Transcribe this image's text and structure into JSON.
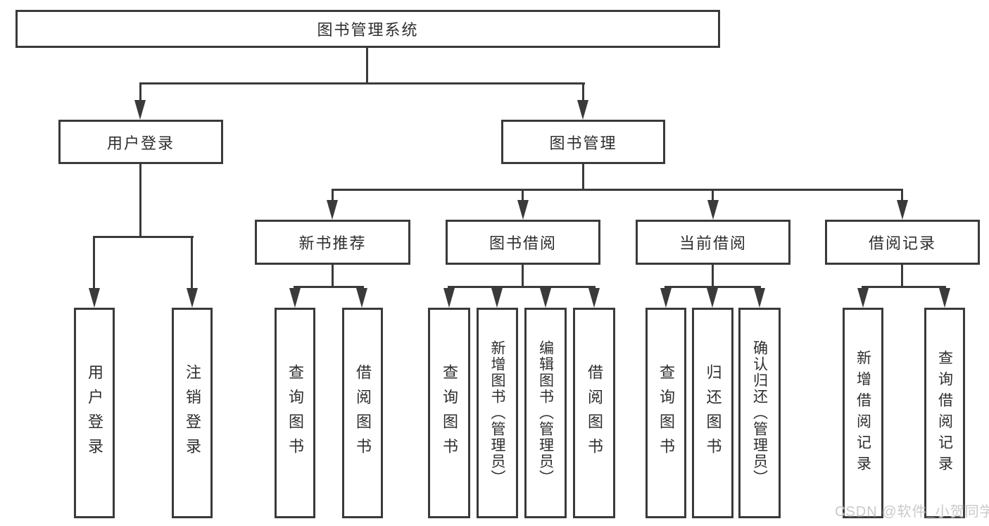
{
  "diagram": {
    "type": "hierarchy-tree",
    "root": {
      "label": "图书管理系统",
      "children": [
        {
          "label": "用户登录",
          "children": [
            {
              "label": "用户登录"
            },
            {
              "label": "注销登录"
            }
          ]
        },
        {
          "label": "图书管理",
          "children": [
            {
              "label": "新书推荐",
              "children": [
                {
                  "label": "查询图书"
                },
                {
                  "label": "借阅图书"
                }
              ]
            },
            {
              "label": "图书借阅",
              "children": [
                {
                  "label": "查询图书"
                },
                {
                  "label": "新增图书（管理员）"
                },
                {
                  "label": "编辑图书（管理员）"
                },
                {
                  "label": "借阅图书"
                }
              ]
            },
            {
              "label": "当前借阅",
              "children": [
                {
                  "label": "查询图书"
                },
                {
                  "label": "归还图书"
                },
                {
                  "label": "确认归还（管理员）"
                }
              ]
            },
            {
              "label": "借阅记录",
              "children": [
                {
                  "label": "新增借阅记录"
                },
                {
                  "label": "查询借阅记录"
                }
              ]
            }
          ]
        }
      ]
    },
    "watermark": "CSDN @软件_小贺同学",
    "colors": {
      "line": "#3a3a3a",
      "text": "#2e2e2e",
      "watermark": "#c9c9c9",
      "background": "#ffffff"
    }
  }
}
